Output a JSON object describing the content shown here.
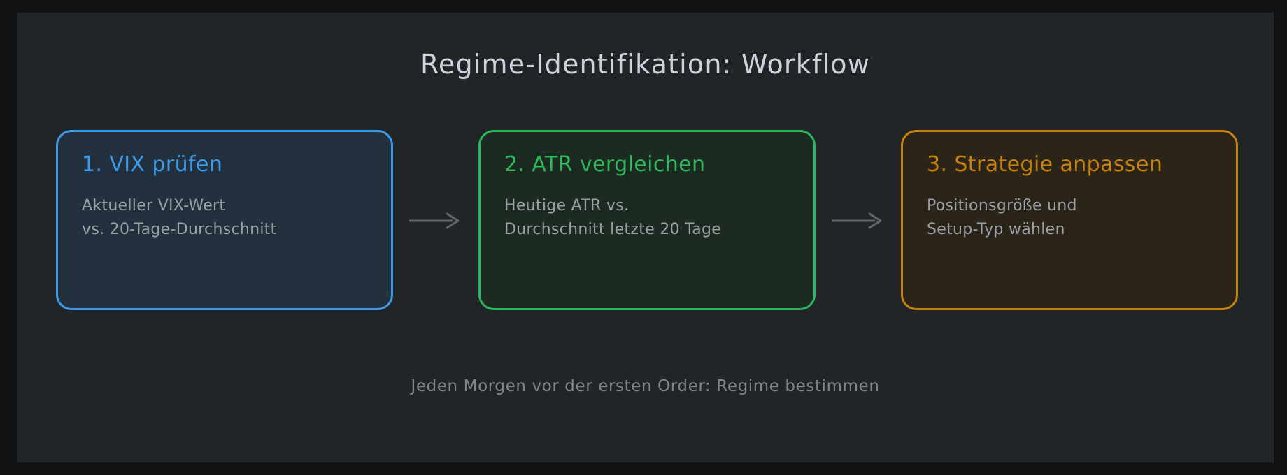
{
  "diagram": {
    "title": "Regime-Identifikation: Workflow",
    "footer": "Jeden Morgen vor der ersten Order: Regime bestimmen",
    "background_color": "#212528",
    "frame_color": "#111213",
    "title_color": "#ccd3dc",
    "footer_color": "#7e858c",
    "arrow_color": "#5f666d",
    "steps": [
      {
        "title": "1. VIX prüfen",
        "body": "Aktueller VIX-Wert\nvs. 20-Tage-Durchschnitt",
        "accent_color": "#3d9ae8",
        "fill_color": "#23313f",
        "body_color": "#9aa0a6"
      },
      {
        "title": "2. ATR vergleichen",
        "body": "Heutige ATR vs.\nDurchschnitt letzte 20 Tage",
        "accent_color": "#2eb85c",
        "fill_color": "#1c2a21",
        "body_color": "#9aa0a6"
      },
      {
        "title": "3. Strategie anpassen",
        "body": "Positionsgröße und\nSetup-Typ wählen",
        "accent_color": "#c8820a",
        "fill_color": "#2b2418",
        "body_color": "#9aa0a6"
      }
    ],
    "connectors": [
      {
        "icon": "arrow-right-icon",
        "from": "step-1",
        "to": "step-2"
      },
      {
        "icon": "arrow-right-icon",
        "from": "step-2",
        "to": "step-3"
      }
    ]
  }
}
